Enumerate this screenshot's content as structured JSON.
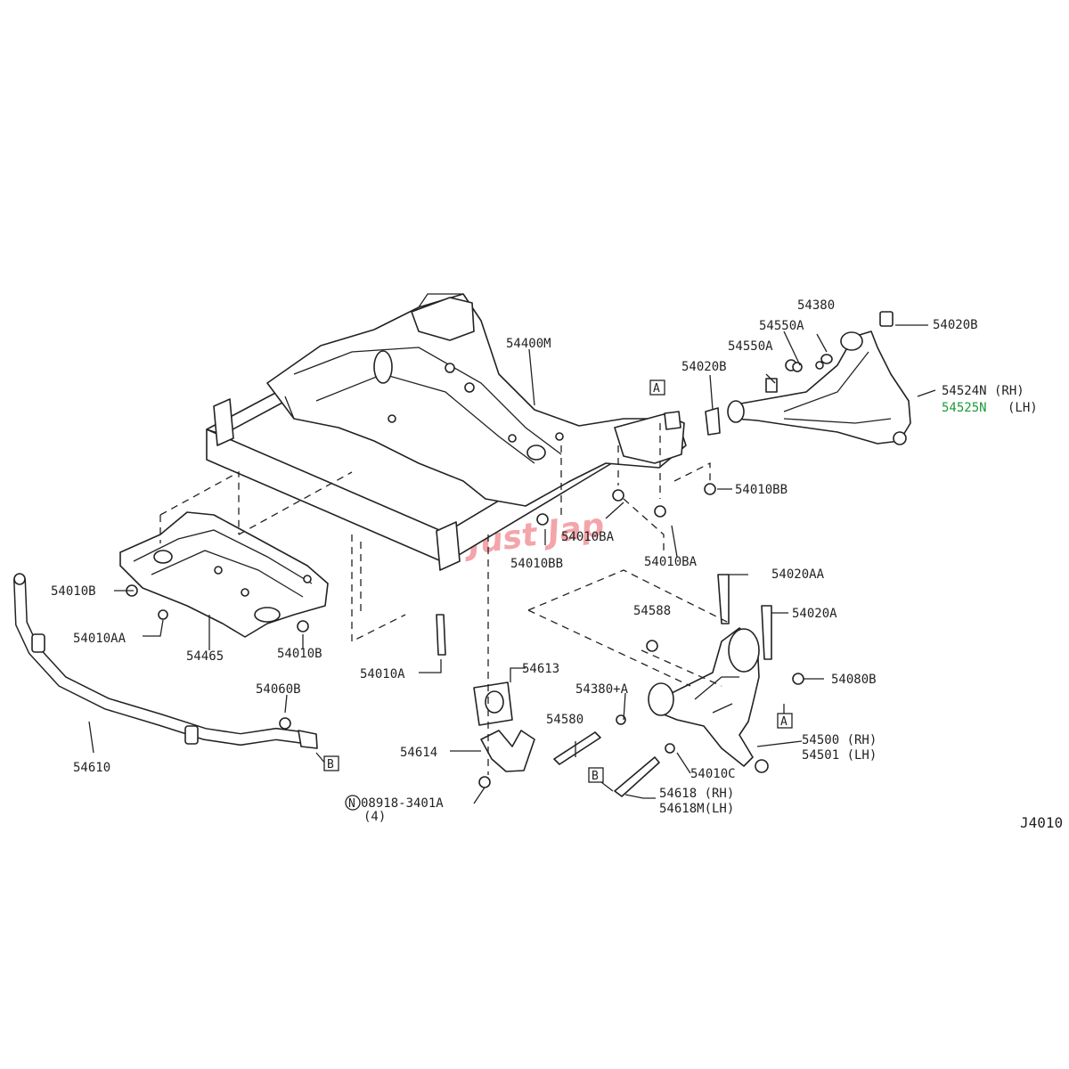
{
  "diagram_code": "J4010",
  "watermark": "Just Jap",
  "colors": {
    "line": "#222222",
    "highlight": "#1a9a3a",
    "watermark": "#e53945"
  },
  "callouts": {
    "p54400M": "54400M",
    "p54380": "54380",
    "p54550A_1": "54550A",
    "p54550A_2": "54550A",
    "p54020B_1": "54020B",
    "p54020B_2": "54020B",
    "p54524N": "54524N (RH)",
    "p54525N_num": "54525N",
    "p54525N_side": "(LH)",
    "p54010BB_1": "54010BB",
    "p54010BB_2": "54010BB",
    "p54010BA_1": "54010BA",
    "p54010BA_2": "54010BA",
    "p54010B_1": "54010B",
    "p54010B_2": "54010B",
    "p54010AA": "54010AA",
    "p54465": "54465",
    "p54010A": "54010A",
    "p54020AA": "54020AA",
    "p54020A": "54020A",
    "p54588": "54588",
    "p54080B": "54080B",
    "p54613": "54613",
    "p54380A": "54380+A",
    "p54580": "54580",
    "p54060B": "54060B",
    "p54610": "54610",
    "p54614": "54614",
    "p54500": "54500 (RH)",
    "p54501": "54501 (LH)",
    "p54010C": "54010C",
    "p54618": "54618 (RH)",
    "p54618M": "54618M(LH)",
    "p08918": "08918-3401A",
    "p08918_qty": "(4)",
    "n_symbol": "N"
  },
  "ref_markers": {
    "A": "A",
    "B": "B"
  }
}
